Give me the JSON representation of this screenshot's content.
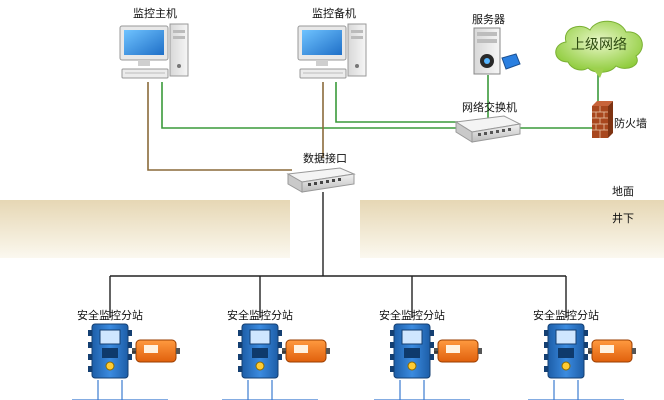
{
  "labels": {
    "main_host": "监控主机",
    "backup_host": "监控备机",
    "server": "服务器",
    "upper_network": "上级网络",
    "switch": "网络交换机",
    "firewall": "防火墙",
    "data_interface": "数据接口",
    "surface": "地面",
    "underground": "井下",
    "substation": "安全监控分站"
  },
  "substations": [
    {
      "label": "安全监控分站"
    },
    {
      "label": "安全监控分站"
    },
    {
      "label": "安全监控分站"
    },
    {
      "label": "安全监控分站"
    }
  ],
  "colors": {
    "ethernet_line": "#3a9a3a",
    "serial_line": "#8a6a3a",
    "bus_line": "#222222",
    "ground_band": "#e9dcc0",
    "cloud_fill": "#a8d86a",
    "cabinet_blue": "#2f78c8",
    "box_orange": "#f07a1e"
  },
  "icons": {
    "host": "desktop-computer-icon",
    "server": "tower-server-icon",
    "cloud": "cloud-icon",
    "switch": "network-switch-icon",
    "firewall": "brick-firewall-icon",
    "interface": "data-interface-icon",
    "cabinet": "monitoring-cabinet-icon",
    "power": "power-box-icon"
  }
}
